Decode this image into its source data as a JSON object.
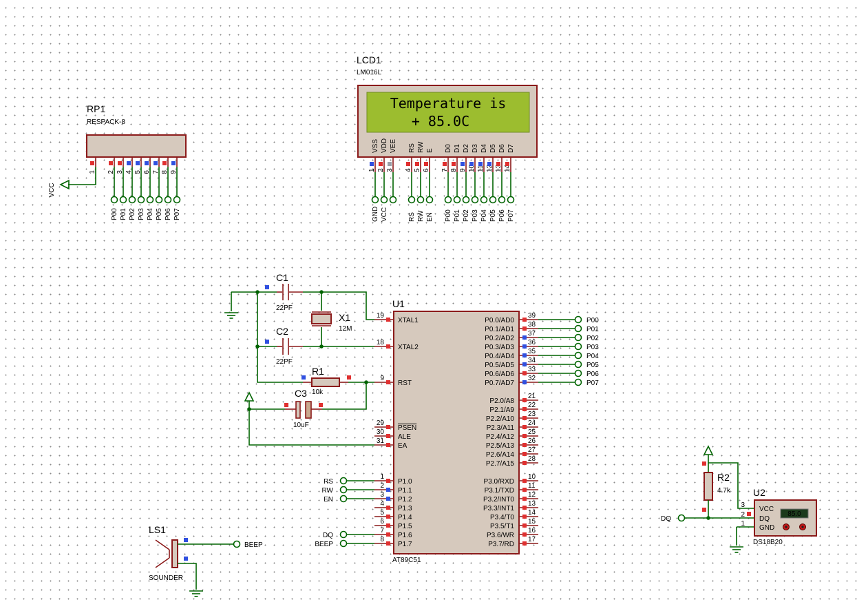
{
  "components": {
    "lcd": {
      "ref": "LCD1",
      "part": "LM016L",
      "display_line1": "Temperature is",
      "display_line2": "+ 85.0C",
      "pins": [
        "VSS",
        "VDD",
        "VEE",
        "RS",
        "RW",
        "E",
        "D0",
        "D1",
        "D2",
        "D3",
        "D4",
        "D5",
        "D6",
        "D7"
      ],
      "pin_numbers": [
        "1",
        "2",
        "3",
        "4",
        "5",
        "6",
        "7",
        "8",
        "9",
        "10",
        "11",
        "12",
        "13",
        "14"
      ],
      "nets": [
        "GND",
        "VCC",
        "",
        "RS",
        "RW",
        "EN",
        "P00",
        "P01",
        "P02",
        "P03",
        "P04",
        "P05",
        "P06",
        "P07"
      ]
    },
    "rp1": {
      "ref": "RP1",
      "part": "RESPACK-8",
      "pin_numbers": [
        "1",
        "2",
        "3",
        "4",
        "5",
        "6",
        "7",
        "8",
        "9"
      ],
      "power": "VCC",
      "nets": [
        "P00",
        "P01",
        "P02",
        "P03",
        "P04",
        "P05",
        "P06",
        "P07"
      ]
    },
    "u1": {
      "ref": "U1",
      "part": "AT89C51",
      "left_pins": [
        {
          "num": "19",
          "name": "XTAL1"
        },
        {
          "num": "18",
          "name": "XTAL2"
        },
        {
          "num": "9",
          "name": "RST"
        },
        {
          "num": "29",
          "name": "PSEN"
        },
        {
          "num": "30",
          "name": "ALE"
        },
        {
          "num": "31",
          "name": "EA"
        },
        {
          "num": "1",
          "name": "P1.0"
        },
        {
          "num": "2",
          "name": "P1.1"
        },
        {
          "num": "3",
          "name": "P1.2"
        },
        {
          "num": "4",
          "name": "P1.3"
        },
        {
          "num": "5",
          "name": "P1.4"
        },
        {
          "num": "6",
          "name": "P1.5"
        },
        {
          "num": "7",
          "name": "P1.6"
        },
        {
          "num": "8",
          "name": "P1.7"
        }
      ],
      "right_pins": [
        {
          "num": "39",
          "name": "P0.0/AD0"
        },
        {
          "num": "38",
          "name": "P0.1/AD1"
        },
        {
          "num": "37",
          "name": "P0.2/AD2"
        },
        {
          "num": "36",
          "name": "P0.3/AD3"
        },
        {
          "num": "35",
          "name": "P0.4/AD4"
        },
        {
          "num": "34",
          "name": "P0.5/AD5"
        },
        {
          "num": "33",
          "name": "P0.6/AD6"
        },
        {
          "num": "32",
          "name": "P0.7/AD7"
        },
        {
          "num": "21",
          "name": "P2.0/A8"
        },
        {
          "num": "22",
          "name": "P2.1/A9"
        },
        {
          "num": "23",
          "name": "P2.2/A10"
        },
        {
          "num": "24",
          "name": "P2.3/A11"
        },
        {
          "num": "25",
          "name": "P2.4/A12"
        },
        {
          "num": "26",
          "name": "P2.5/A13"
        },
        {
          "num": "27",
          "name": "P2.6/A14"
        },
        {
          "num": "28",
          "name": "P2.7/A15"
        },
        {
          "num": "10",
          "name": "P3.0/RXD"
        },
        {
          "num": "11",
          "name": "P3.1/TXD"
        },
        {
          "num": "12",
          "name": "P3.2/INT0"
        },
        {
          "num": "13",
          "name": "P3.3/INT1"
        },
        {
          "num": "14",
          "name": "P3.4/T0"
        },
        {
          "num": "15",
          "name": "P3.5/T1"
        },
        {
          "num": "16",
          "name": "P3.6/WR"
        },
        {
          "num": "17",
          "name": "P3.7/RD"
        }
      ],
      "p0_nets": [
        "P00",
        "P01",
        "P02",
        "P03",
        "P04",
        "P05",
        "P06",
        "P07"
      ],
      "p1_nets": [
        "RS",
        "RW",
        "EN",
        "",
        "",
        "",
        "DQ",
        "BEEP"
      ]
    },
    "c1": {
      "ref": "C1",
      "value": "22PF"
    },
    "c2": {
      "ref": "C2",
      "value": "22PF"
    },
    "c3": {
      "ref": "C3",
      "value": "10uF"
    },
    "x1": {
      "ref": "X1",
      "value": "12M"
    },
    "r1": {
      "ref": "R1",
      "value": "10k"
    },
    "r2": {
      "ref": "R2",
      "value": "4.7k"
    },
    "ls1": {
      "ref": "LS1",
      "part": "SOUNDER",
      "net": "BEEP"
    },
    "u2": {
      "ref": "U2",
      "part": "DS18B20",
      "readout": "85.0",
      "net": "DQ",
      "pins": [
        {
          "num": "3",
          "name": "VCC"
        },
        {
          "num": "2",
          "name": "DQ"
        },
        {
          "num": "1",
          "name": "GND"
        }
      ]
    }
  },
  "colors": {
    "wire": "#006400",
    "outline": "#8b1a1a",
    "body": "#d6c9bd",
    "lcd_screen": "#9cbd2f",
    "pin_high": "#e03030",
    "pin_low": "#3050e0",
    "pin_float": "#9aa0a8"
  }
}
